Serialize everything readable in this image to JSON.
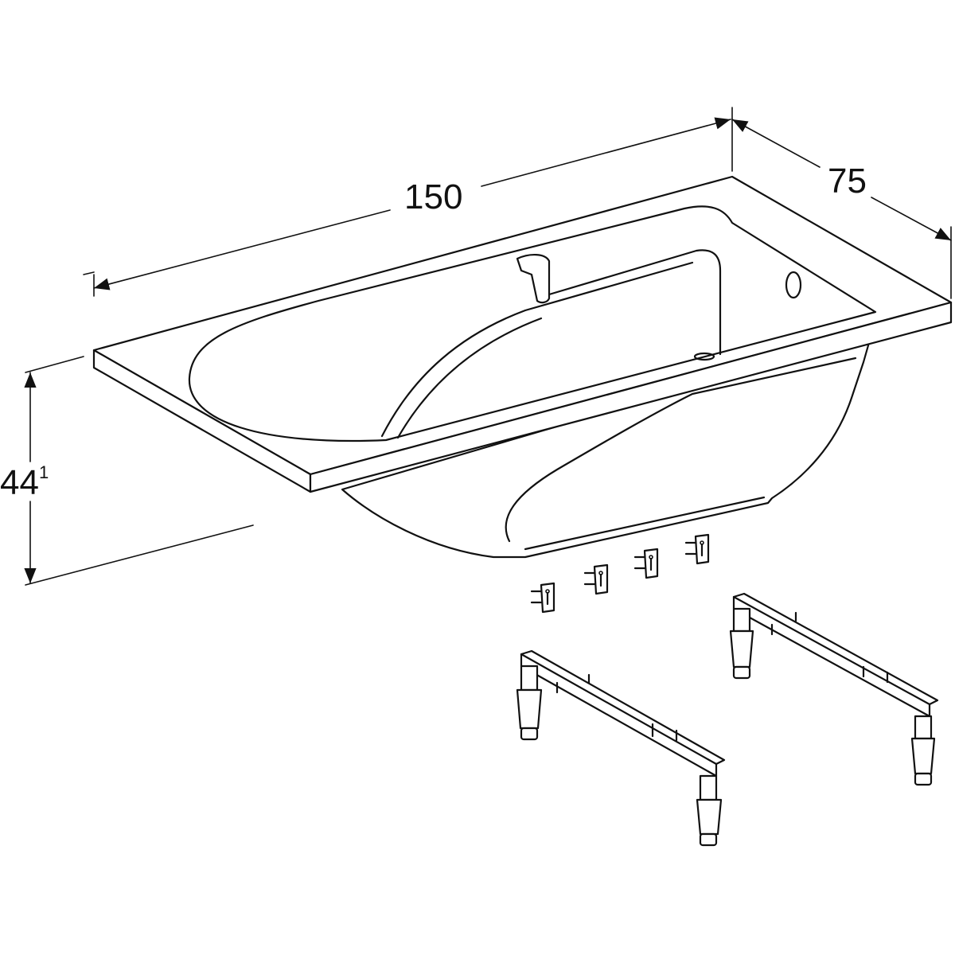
{
  "dimensions": {
    "length": "150",
    "width": "75",
    "height_main": "44",
    "height_sup": "1"
  },
  "colors": {
    "line": "#111111",
    "background": "#ffffff"
  }
}
